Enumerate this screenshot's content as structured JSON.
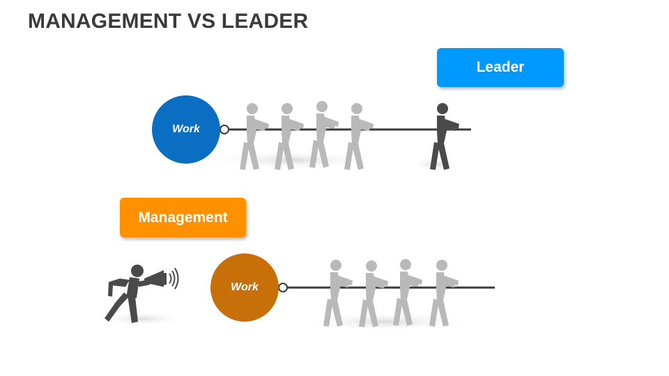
{
  "title": "MANAGEMENT VS LEADER",
  "leader": {
    "label": "Leader",
    "color": "#0099ff"
  },
  "management": {
    "label": "Management",
    "color": "#ff9100"
  },
  "top_scene": {
    "ball_label": "Work",
    "ball_color": "#0a6fc2",
    "pullers": 4
  },
  "bottom_scene": {
    "ball_label": "Work",
    "ball_color": "#c7700a",
    "pullers": 4
  },
  "figure_colors": {
    "light": "#b9b9b9",
    "dark": "#4a4a4a"
  },
  "icons": [
    "megaphone-icon"
  ]
}
